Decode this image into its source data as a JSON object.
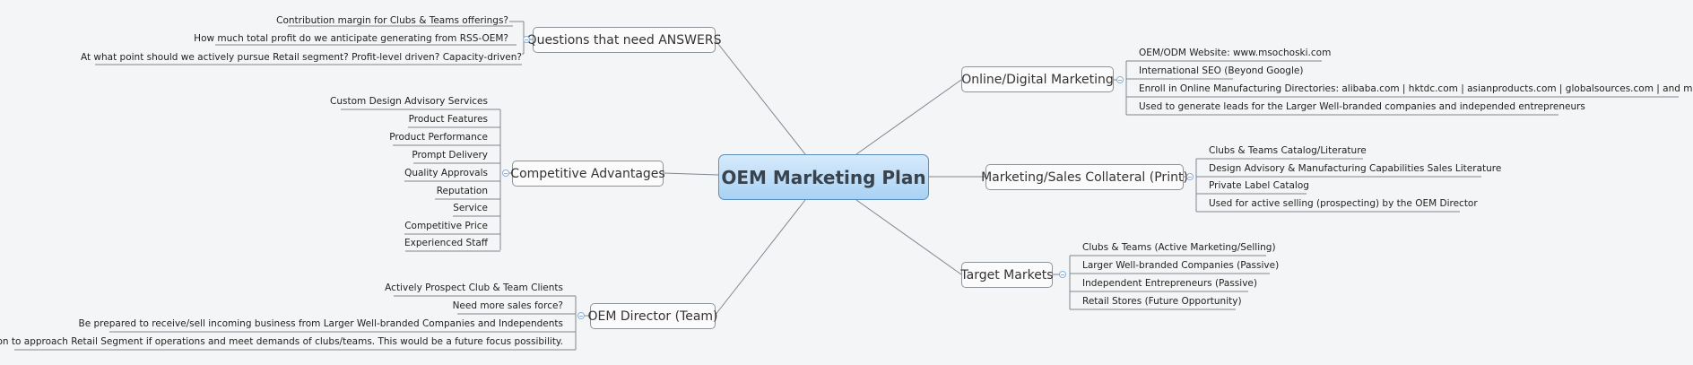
{
  "central": {
    "title": "OEM Marketing Plan"
  },
  "branches": {
    "questions": {
      "label": "Questions that need ANSWERS",
      "items": [
        "Contribution margin for Clubs & Teams offerings?",
        "How much total profit do we anticipate generating from RSS-OEM?",
        "At what point should we actively pursue Retail segment? Profit-level driven? Capacity-driven?"
      ]
    },
    "competitive": {
      "label": "Competitive Advantages",
      "items": [
        "Custom Design Advisory Services",
        "Product Features",
        "Product Performance",
        "Prompt Delivery",
        "Quality Approvals",
        "Reputation",
        "Service",
        "Competitive Price",
        "Experienced Staff"
      ]
    },
    "director": {
      "label": "OEM Director (Team)",
      "items": [
        "Actively Prospect Club & Team Clients",
        "Need more sales force?",
        "Be prepared to receive/sell incoming business from Larger Well-branded Companies and Independents",
        "Option to approach Retail Segment if operations and meet demands of clubs/teams. This would be a future focus possibility."
      ]
    },
    "online": {
      "label": "Online/Digital Marketing",
      "items": [
        "OEM/ODM Website: www.msochoski.com",
        "International SEO (Beyond Google)",
        "Enroll in Online Manufacturing Directories: alibaba.com | hktdc.com | asianproducts.com | globalsources.com | and more...",
        "Used to generate leads for the Larger Well-branded companies and independed entrepreneurs"
      ]
    },
    "collateral": {
      "label": "Marketing/Sales Collateral (Print)",
      "items": [
        "Clubs & Teams Catalog/Literature",
        "Design Advisory & Manufacturing Capabilities Sales Literature",
        "Private Label Catalog",
        "Used for active selling (prospecting) by the OEM Director"
      ]
    },
    "target": {
      "label": "Target Markets",
      "items": [
        "Clubs & Teams (Active Marketing/Selling)",
        "Larger Well-branded Companies (Passive)",
        "Independent Entrepreneurs  (Passive)",
        "Retail Stores (Future Opportunity)"
      ]
    }
  }
}
